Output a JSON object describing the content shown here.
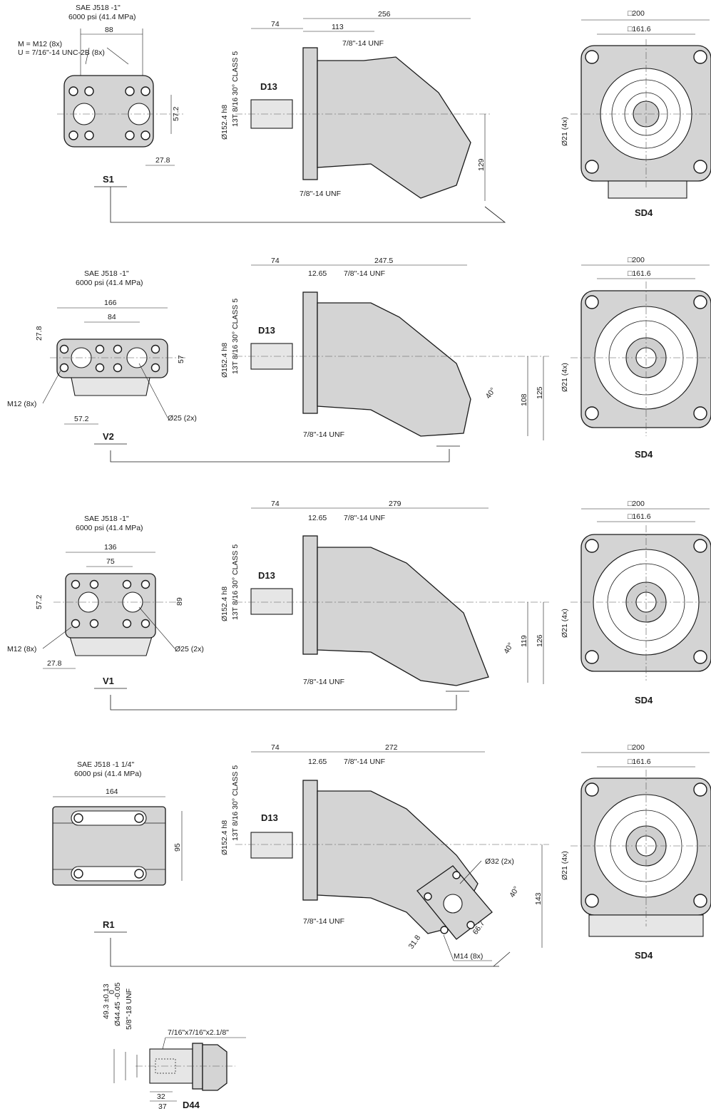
{
  "rows": [
    {
      "port_spec_line1": "SAE J518 -1\"",
      "port_spec_line2": "6000 psi  (41.4 MPa)",
      "port_width": "88",
      "port_offset": "27.8",
      "port_vertical": "57.2",
      "thread_note_m": "M = M12 (8x)",
      "thread_note_u": "U = 7/16\"-14 UNC-2B (8x)",
      "variant_label": "S1",
      "length_74": "74",
      "length_total": "256",
      "length_mid": "113",
      "unf_top": "7/8\"-14 UNF",
      "unf_bottom": "7/8\"-14 UNF",
      "spline_note": "13T 8/16 30° CLASS 5",
      "pilot_diameter": "Ø152.4 h8",
      "shaft_label": "D13",
      "height_dim": "129",
      "flange_outer": "□200",
      "flange_inner": "□161.6",
      "bolt_holes": "Ø21 (4x)",
      "flange_label": "SD4"
    },
    {
      "port_spec_line1": "SAE J518 -1\"",
      "port_spec_line2": "6000 psi  (41.4 MPa)",
      "port_width": "166",
      "port_inner": "84",
      "port_left": "27.8",
      "port_height": "57",
      "port_bottom": "57.2",
      "m12_note": "M12 (8x)",
      "port_hole": "Ø25 (2x)",
      "variant_label": "V2",
      "length_74": "74",
      "offset": "12.65",
      "length_total": "247.5",
      "unf_top": "7/8\"-14 UNF",
      "unf_bottom": "7/8\"-14 UNF",
      "spline_note": "13T 8/16 30° CLASS 5",
      "pilot_diameter": "Ø152.4 h8",
      "shaft_label": "D13",
      "angle": "40°",
      "height_a": "108",
      "height_b": "125",
      "flange_outer": "□200",
      "flange_inner": "□161.6",
      "bolt_holes": "Ø21 (4x)",
      "flange_label": "SD4"
    },
    {
      "port_spec_line1": "SAE J518 -1\"",
      "port_spec_line2": "6000 psi  (41.4 MPa)",
      "port_width": "136",
      "port_inner": "75",
      "port_left_v": "57.2",
      "port_height": "89",
      "port_bottom": "27.8",
      "m12_note": "M12 (8x)",
      "port_hole": "Ø25 (2x)",
      "variant_label": "V1",
      "length_74": "74",
      "offset": "12.65",
      "length_total": "279",
      "unf_top": "7/8\"-14 UNF",
      "unf_bottom": "7/8\"-14 UNF",
      "spline_note": "13T 8/16 30° CLASS 5",
      "pilot_diameter": "Ø152.4 h8",
      "shaft_label": "D13",
      "angle": "40°",
      "height_a": "119",
      "height_b": "126",
      "flange_outer": "□200",
      "flange_inner": "□161.6",
      "bolt_holes": "Ø21 (4x)",
      "flange_label": "SD4"
    },
    {
      "port_spec_line1": "SAE J518 -1 1/4\"",
      "port_spec_line2": "6000 psi  (41.4 MPa)",
      "port_width": "164",
      "port_height": "95",
      "variant_label": "R1",
      "length_74": "74",
      "offset": "12.65",
      "length_total": "272",
      "unf_top": "7/8\"-14 UNF",
      "unf_bottom": "7/8\"-14 UNF",
      "spline_note": "13T 8/16 30° CLASS 5",
      "pilot_diameter": "Ø152.4 h8",
      "shaft_label": "D13",
      "port_hole": "Ø32 (2x)",
      "angle": "40°",
      "height_dim": "143",
      "dim_a": "66.7",
      "dim_b": "31.8",
      "m14_note": "M14 (8x)",
      "flange_outer": "□200",
      "flange_inner": "□161.6",
      "bolt_holes": "Ø21 (4x)",
      "flange_label": "SD4"
    }
  ],
  "shaft_detail": {
    "label": "D44",
    "key_note": "7/16\"x7/16\"x2.1/8\"",
    "dim_49": "49.3 ±0.13",
    "dim_44": "Ø44.45  -0.05",
    "dim_44_tol": "0",
    "thread": "5/8\"-18 UNF",
    "len_32": "32",
    "len_37": "37"
  }
}
